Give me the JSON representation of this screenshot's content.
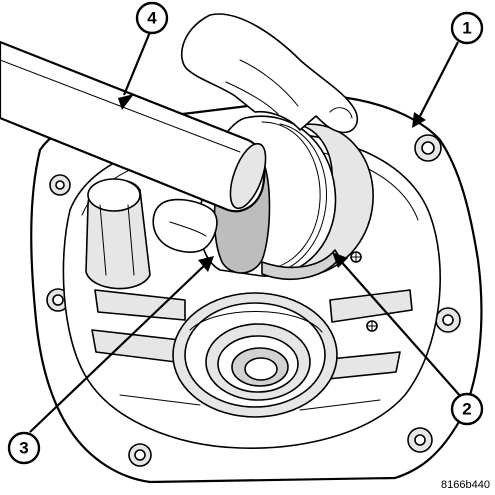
{
  "figure": {
    "code": "8166b440",
    "callouts": [
      {
        "number": "1"
      },
      {
        "number": "2"
      },
      {
        "number": "3"
      },
      {
        "number": "4"
      }
    ]
  }
}
